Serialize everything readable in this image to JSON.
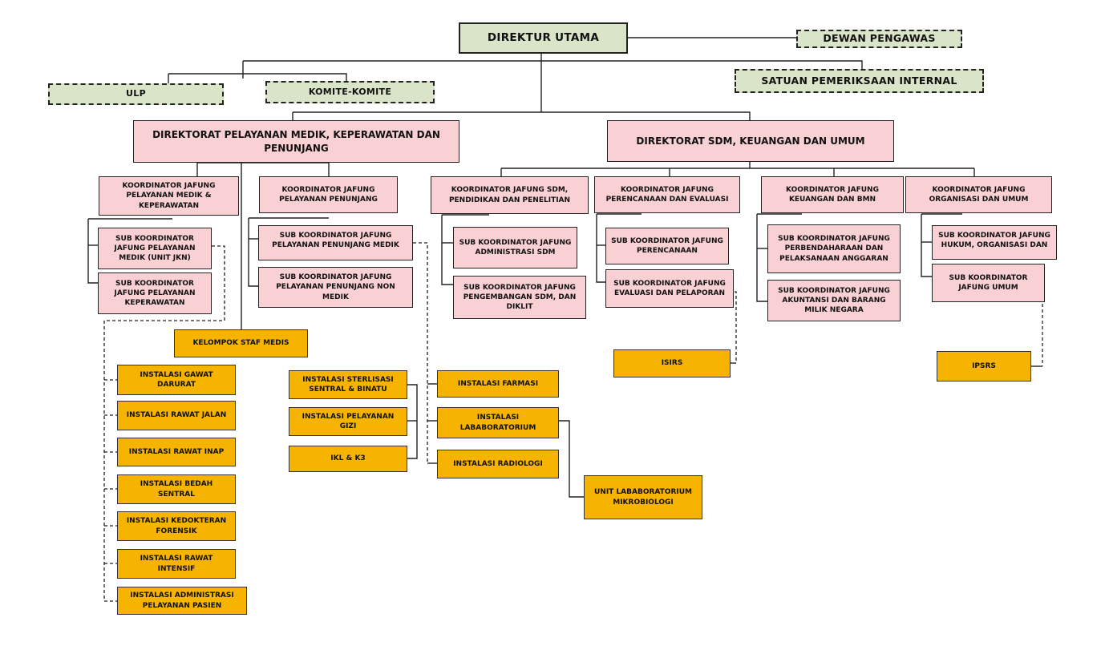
{
  "colors": {
    "green": "#d9e4c8",
    "pink": "#f9d0d3",
    "orange": "#f6b400",
    "line": "#222222"
  },
  "top": {
    "direktur_utama": "DIREKTUR UTAMA",
    "dewan_pengawas": "DEWAN PENGAWAS",
    "satuan_pemeriksaan_internal": "SATUAN PEMERIKSAAN INTERNAL",
    "ulp": "ULP",
    "komite": "KOMITE-KOMITE"
  },
  "directorates": {
    "medik": "DIREKTORAT PELAYANAN MEDIK, KEPERAWATAN DAN PENUNJANG",
    "sdm": "DIREKTORAT SDM, KEUANGAN DAN UMUM"
  },
  "koordinator": {
    "medik_keperawatan": "KOORDINATOR JAFUNG PELAYANAN MEDIK & KEPERAWATAN",
    "penunjang": "KOORDINATOR JAFUNG PELAYANAN PENUNJANG",
    "sdm": "KOORDINATOR JAFUNG SDM, PENDIDIKAN DAN PENELITIAN",
    "perencanaan": "KOORDINATOR JAFUNG PERENCANAAN DAN EVALUASI",
    "keuangan": "KOORDINATOR JAFUNG KEUANGAN DAN BMN",
    "organisasi": "KOORDINATOR JAFUNG ORGANISASI DAN UMUM"
  },
  "sub_koordinator": {
    "medik_jkn": "SUB KOORDINATOR JAFUNG PELAYANAN MEDIK (UNIT JKN)",
    "keperawatan": "SUB KOORDINATOR JAFUNG PELAYANAN KEPERAWATAN",
    "penunjang_medik": "SUB KOORDINATOR JAFUNG PELAYANAN PENUNJANG MEDIK",
    "penunjang_non_medik": "SUB KOORDINATOR JAFUNG PELAYANAN PENUNJANG NON MEDIK",
    "administrasi_sdm": "SUB KOORDINATOR JAFUNG ADMINISTRASI SDM",
    "pengembangan_sdm": "SUB KOORDINATOR JAFUNG PENGEMBANGAN SDM, DAN DIKLIT",
    "perencanaan": "SUB KOORDINATOR JAFUNG PERENCANAAN",
    "evaluasi": "SUB KOORDINATOR JAFUNG EVALUASI DAN PELAPORAN",
    "perbendaharaan": "SUB KOORDINATOR JAFUNG PERBENDAHARAAN DAN PELAKSANAAN ANGGARAN",
    "akuntansi": "SUB KOORDINATOR JAFUNG AKUNTANSI DAN BARANG MILIK NEGARA",
    "hukum": "SUB KOORDINATOR JAFUNG HUKUM, ORGANISASI DAN",
    "umum": "SUB KOORDINATOR JAFUNG UMUM"
  },
  "units": {
    "ksm": "KELOMPOK STAF MEDIS",
    "gawat_darurat": "INSTALASI GAWAT DARURAT",
    "rawat_jalan": "INSTALASI RAWAT JALAN",
    "rawat_inap": "INSTALASI RAWAT INAP",
    "bedah_sentral": "INSTALASI BEDAH SENTRAL",
    "forensik": "INSTALASI KEDOKTERAN FORENSIK",
    "rawat_intensif": "INSTALASI RAWAT INTENSIF",
    "administrasi_pasien": "INSTALASI ADMINISTRASI PELAYANAN PASIEN",
    "sterilisasi": "INSTALASI STERLISASI SENTRAL & BINATU",
    "gizi": "INSTALASI PELAYANAN GIZI",
    "ikl": "IKL & K3",
    "farmasi": "INSTALASI FARMASI",
    "laboratorium": "INSTALASI LABABORATORIUM",
    "radiologi": "INSTALASI RADIOLOGI",
    "mikrobiologi": "UNIT LABABORATORIUM MIKROBIOLOGI",
    "isirs": "ISIRS",
    "ipsrs": "IPSRS"
  }
}
